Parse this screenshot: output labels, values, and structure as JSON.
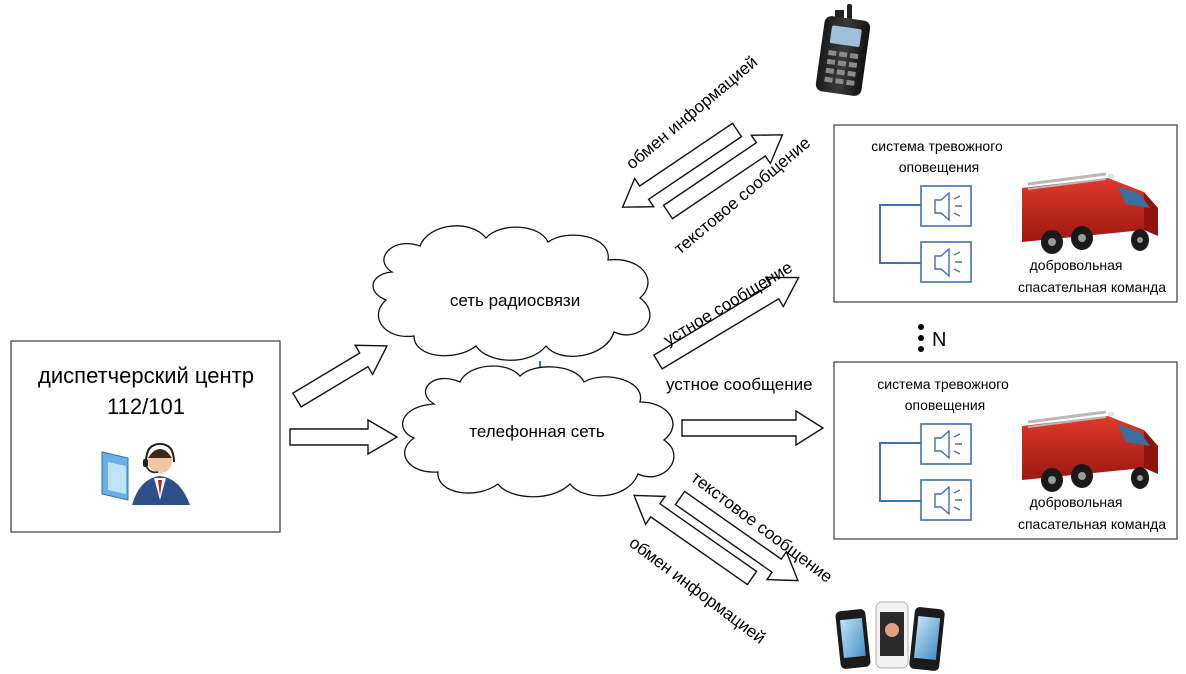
{
  "dispatch_center": {
    "line1": "диспетчерский центр",
    "line2": "112/101"
  },
  "networks": {
    "radio": "сеть радиосвязи",
    "phone": "телефонная сеть"
  },
  "teams": {
    "alarm_system": "система тревожного оповещения",
    "alarm_line1": "система тревожного",
    "alarm_line2": "оповещения",
    "team_line1": "добровольная",
    "team_line2": "спасательная команда",
    "count_label": "N"
  },
  "arrows": {
    "info_exchange": "обмен информацией",
    "text_message": "текстовое сообщение",
    "voice_message": "устное сообщение"
  },
  "icons": {
    "operator": "operator-headset-icon",
    "radio": "handheld-radio-icon",
    "truck": "fire-truck-icon",
    "speaker": "speaker-icon",
    "phones": "smartphones-icon"
  },
  "colors": {
    "speaker_blue": "#3f6fb5",
    "truck_red": "#c0201a",
    "outline": "#111111"
  }
}
